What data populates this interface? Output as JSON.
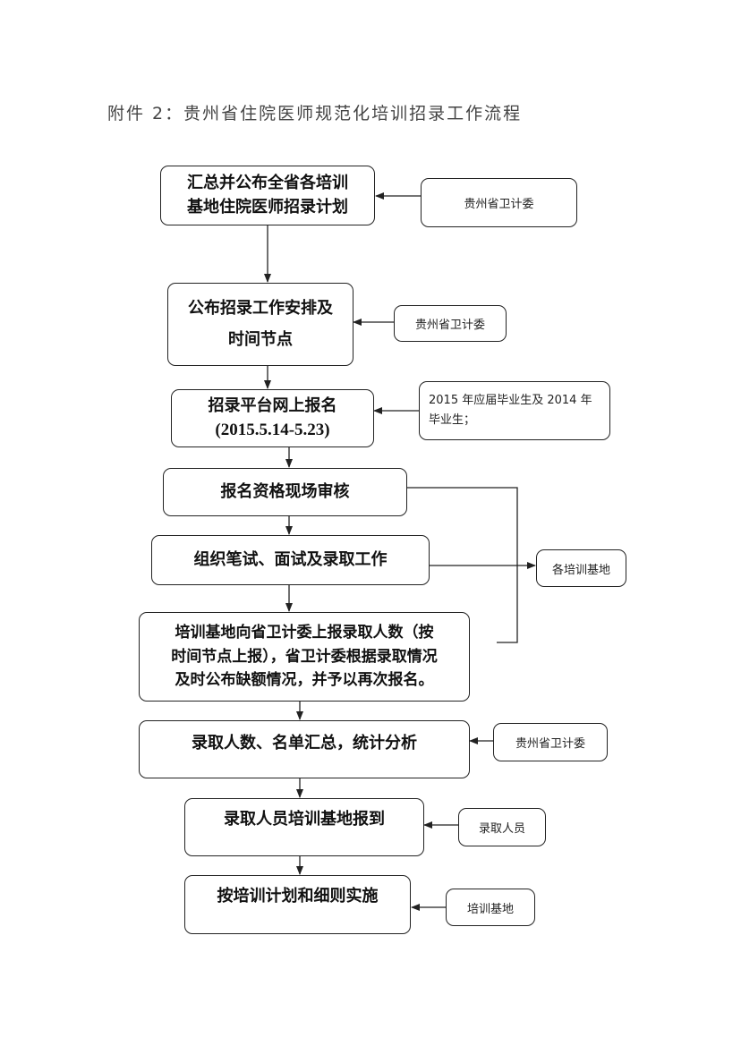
{
  "title": "附件 2：贵州省住院医师规范化培训招录工作流程",
  "steps": [
    {
      "line1": "汇总并公布全省各培训",
      "line2": "基地住院医师招录计划"
    },
    {
      "line1": "公布招录工作安排及",
      "line2": "时间节点"
    },
    {
      "line1": "招录平台网上报名",
      "line2": "(2015.5.14-5.23)"
    },
    {
      "line1": "报名资格现场审核"
    },
    {
      "line1": "组织笔试、面试及录取工作"
    },
    {
      "line1": "培训基地向省卫计委上报录取人数（按",
      "line2": "时间节点上报），省卫计委根据录取情况",
      "line3": "及时公布缺额情况，并予以再次报名。"
    },
    {
      "line1": "录取人数、名单汇总，统计分析"
    },
    {
      "line1": "录取人员培训基地报到"
    },
    {
      "line1": "按培训计划和细则实施"
    }
  ],
  "actors": [
    {
      "line1": "贵州省卫计委"
    },
    {
      "line1": "贵州省卫计委"
    },
    {
      "line1": "2015 年应届毕业生及 2014 年",
      "line2": "毕业生；"
    },
    {
      "line1": "各培训基地"
    },
    {
      "line1": "贵州省卫计委"
    },
    {
      "line1": "录取人员"
    },
    {
      "line1": "培训基地"
    }
  ]
}
